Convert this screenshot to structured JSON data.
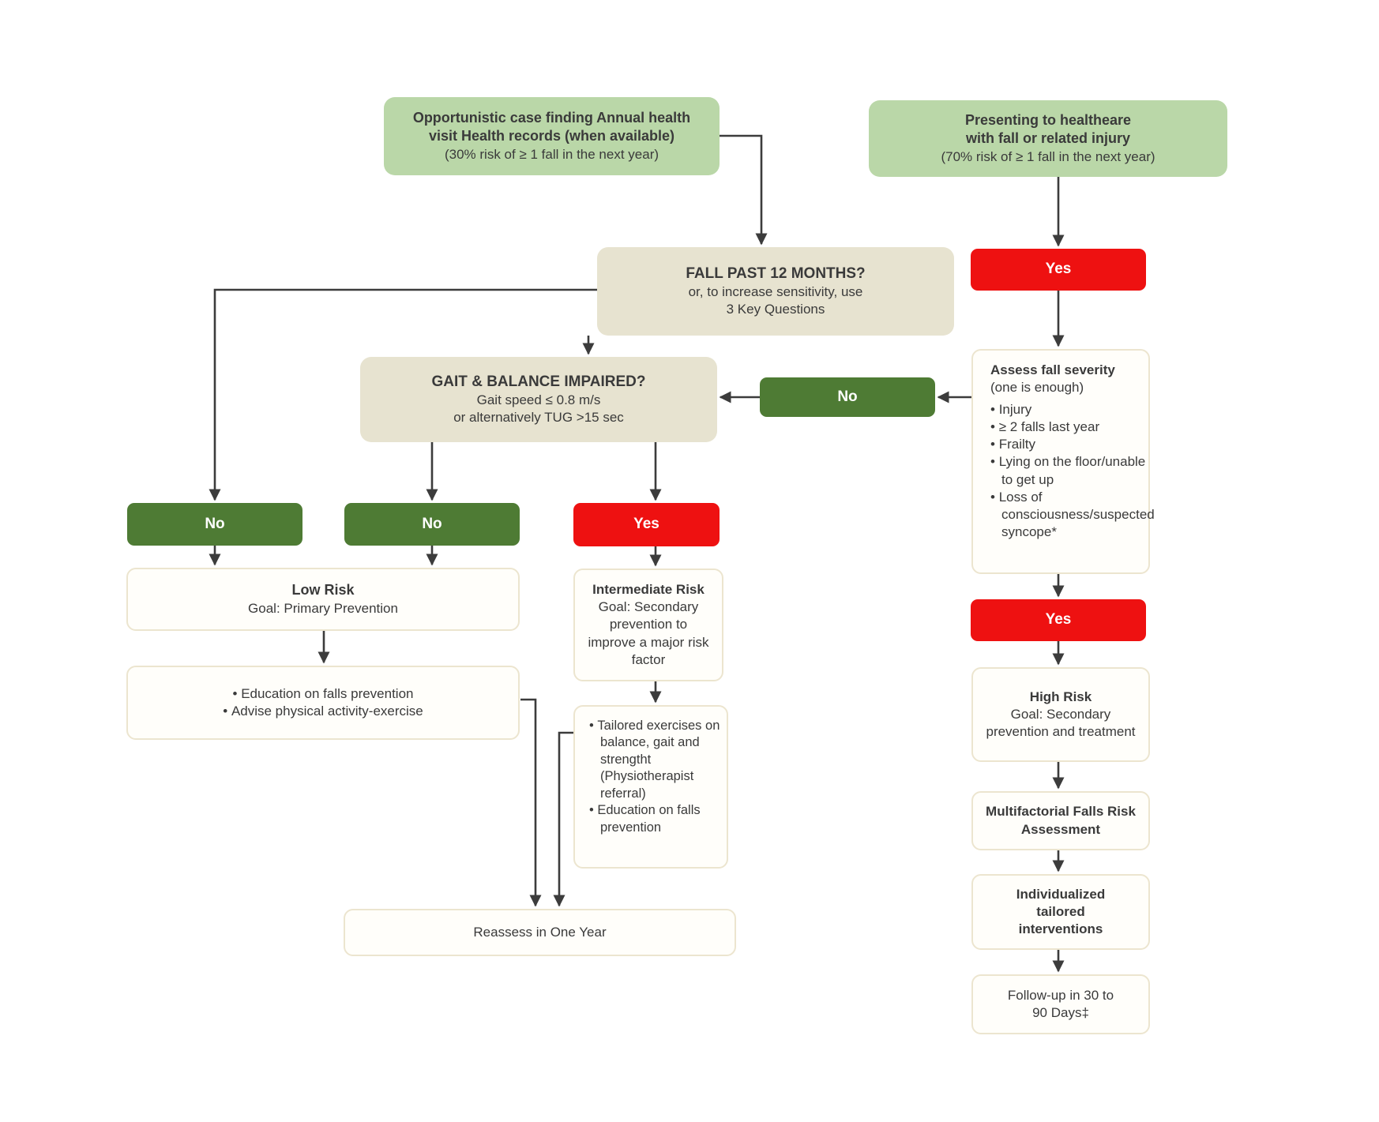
{
  "colors": {
    "light_green": "#bad7a8",
    "dark_green": "#4e7b34",
    "red": "#ee1111",
    "beige": "#e7e3d0",
    "outline_border": "#ece5cf",
    "outline_fill": "#fffefa",
    "line": "#3c3c3c",
    "text": "#3a3a3a"
  },
  "labels": {
    "yes": "Yes",
    "no": "No"
  },
  "nodes": {
    "caseFinding": {
      "title": [
        "Opportunistic case finding Annual health",
        "visit Health records (when available)"
      ],
      "note": "(30% risk of ≥ 1 fall in the next year)"
    },
    "presenting": {
      "title": [
        "Presenting to healtheare",
        "with fall or related injury"
      ],
      "note": "(70% risk of ≥ 1 fall in the next year)"
    },
    "fallPast12Months": {
      "title": "FALL PAST 12 MONTHS?",
      "note": [
        "or, to increase sensitivity, use",
        "3 Key Questions"
      ]
    },
    "gaitBalance": {
      "title": "GAIT & BALANCE IMPAIRED?",
      "note": [
        "Gait speed ≤ 0.8 m/s",
        "or alternatively TUG >15 sec"
      ]
    },
    "assessSeverity": {
      "title": "Assess fall severity",
      "subtitle": "(one is enough)",
      "bullets": [
        "Injury",
        "≥ 2 falls last year",
        "Frailty",
        "Lying on the floor/unable to get up",
        "Loss of consciousness/suspected syncope*"
      ]
    },
    "lowRisk": {
      "title": "Low Risk",
      "note": "Goal: Primary Prevention"
    },
    "educationAdvice": {
      "bullets": [
        "Education on falls prevention",
        "Advise physical activity-exercise"
      ]
    },
    "intermediateRisk": {
      "title": "Intermediate Risk",
      "note": "Goal: Secondary prevention to improve a major risk factor"
    },
    "tailoredInterventions": {
      "bullets": [
        "Tailored exercises on balance, gait and strengtht (Physiotherapist referral)",
        "Education on falls prevention"
      ]
    },
    "reassess": {
      "label": "Reassess in One Year"
    },
    "highRisk": {
      "title": "High Risk",
      "note": "Goal: Secondary prevention and treatment"
    },
    "multifactorial": {
      "label": "Multifactorial Falls Risk Assessment"
    },
    "individualized": {
      "label": "Individualized tailored interventions"
    },
    "followUp": {
      "label": "Follow-up in 30 to 90 Days‡"
    }
  }
}
